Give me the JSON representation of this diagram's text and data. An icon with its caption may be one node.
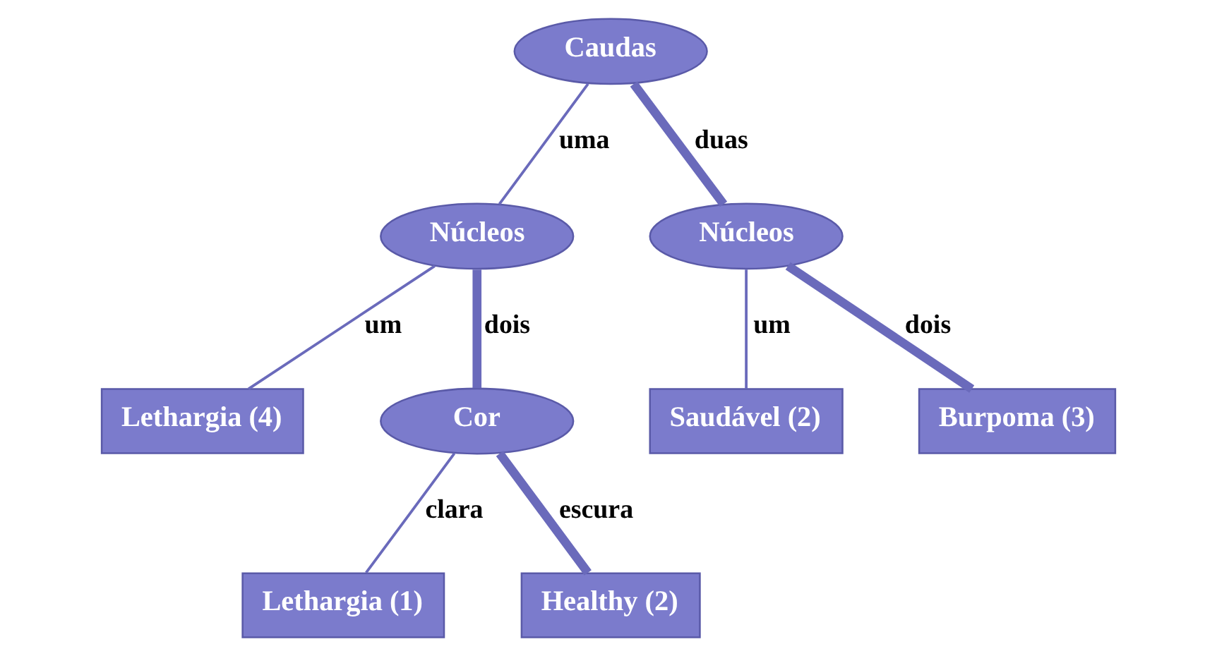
{
  "diagram": {
    "nodes": [
      {
        "text": [
          "Caudas"
        ]
      },
      {
        "text": [
          "Núcleos"
        ]
      },
      {
        "text": [
          "Núcleos"
        ]
      },
      {
        "text": [
          "Lethargia (4)"
        ]
      },
      {
        "text": [
          "Cor"
        ]
      },
      {
        "text": [
          "Saudável (2)"
        ]
      },
      {
        "text": [
          "Burpoma (3)"
        ]
      },
      {
        "text": [
          "Lethargia (1)"
        ]
      },
      {
        "text": [
          "Healthy (2)"
        ]
      }
    ],
    "edges": [
      {
        "from": 0,
        "to": 1,
        "arrow": "none",
        "label": "uma"
      },
      {
        "from": 0,
        "to": 2,
        "arrow": "none",
        "label": "duas",
        "style": "thick"
      },
      {
        "from": 1,
        "to": 3,
        "arrow": "none",
        "label": "um"
      },
      {
        "from": 1,
        "to": 4,
        "arrow": "none",
        "label": "dois",
        "style": "thick"
      },
      {
        "from": 2,
        "to": 5,
        "arrow": "none",
        "label": "um"
      },
      {
        "from": 2,
        "to": 6,
        "arrow": "none",
        "label": "dois",
        "style": "thick"
      },
      {
        "from": 4,
        "to": 7,
        "arrow": "none",
        "label": "clara"
      },
      {
        "from": 4,
        "to": 8,
        "arrow": "none",
        "label": "escura",
        "style": "thick"
      }
    ]
  }
}
